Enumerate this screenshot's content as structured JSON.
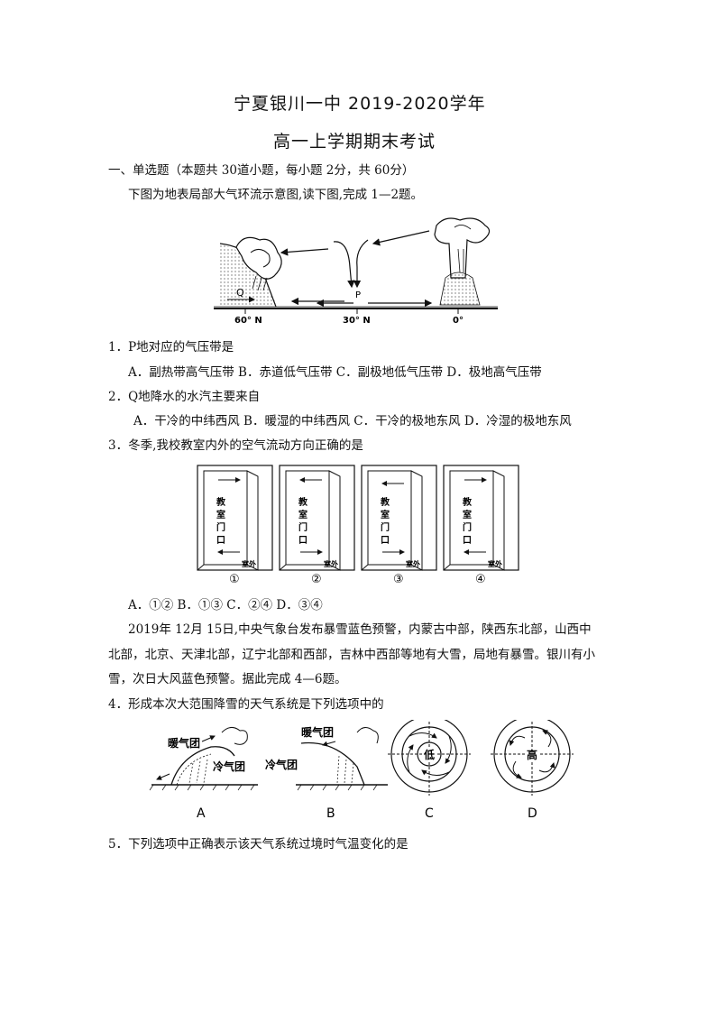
{
  "header": {
    "title": "宁夏银川一中 2019-2020学年",
    "subtitle": "高一上学期期末考试"
  },
  "section": {
    "heading": "一、单选题（本题共 30道小题，每小题 2分，共 60分）",
    "intro": "下图为地表局部大气环流示意图,读下图,完成 1—2题。"
  },
  "figure1": {
    "label_q": "Q",
    "label_p": "P",
    "lat_60": "60° N",
    "lat_30": "30° N",
    "lat_0": "0°"
  },
  "q1": {
    "stem": "1．P地对应的气压带是",
    "options": "A．副热带高气压带    B．赤道低气压带 C．副极地低气压带          D．极地高气压带"
  },
  "q2": {
    "stem": "2．Q地降水的水汽主要来自",
    "options": "A．干冷的中纬西风   B．暖湿的中纬西风 C．干冷的极地东风      D．冷湿的极地东风"
  },
  "q3": {
    "stem": "3．冬季,我校教室内外的空气流动方向正确的是",
    "door_label": "教室门口",
    "outside_label": "室外",
    "panels": [
      "①",
      "②",
      "③",
      "④"
    ],
    "options": "A．①②         B．①③          C．②④          D．③④"
  },
  "passage": {
    "line1": "2019年 12月 15日,中央气象台发布暴雪蓝色预警，内蒙古中部，陕西东北部，山西中",
    "line2": "北部，北京、天津北部，辽宁北部和西部，吉林中西部等地有大雪，局地有暴雪。银川有小",
    "line3": "雪，次日大风蓝色预警。据此完成 4—6题。"
  },
  "q4": {
    "stem": "4．形成本次大范围降雪的天气系统是下列选项中的",
    "warm_mass": "暖气团",
    "cold_mass": "冷气团",
    "low": "低",
    "high": "高",
    "choices": [
      "A",
      "B",
      "C",
      "D"
    ]
  },
  "q5": {
    "stem": "5．下列选项中正确表示该天气系统过境时气温变化的是"
  }
}
